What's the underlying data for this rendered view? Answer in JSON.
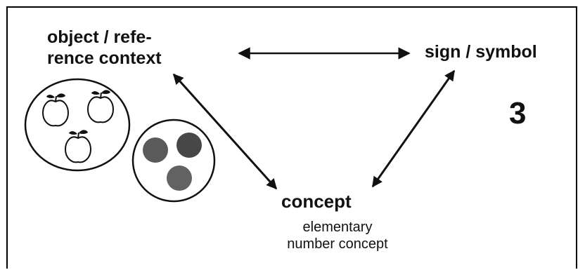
{
  "diagram": {
    "object_label_line1": "object / refe-",
    "object_label_line2": "rence context",
    "sign_label": "sign / symbol",
    "concept_label": "concept",
    "concept_sub_line1": "elementary",
    "concept_sub_line2": "number concept",
    "numeral": "3",
    "apple_count": 3,
    "disc_count": 3,
    "disc_color": "#555555",
    "line_color": "#111111"
  }
}
